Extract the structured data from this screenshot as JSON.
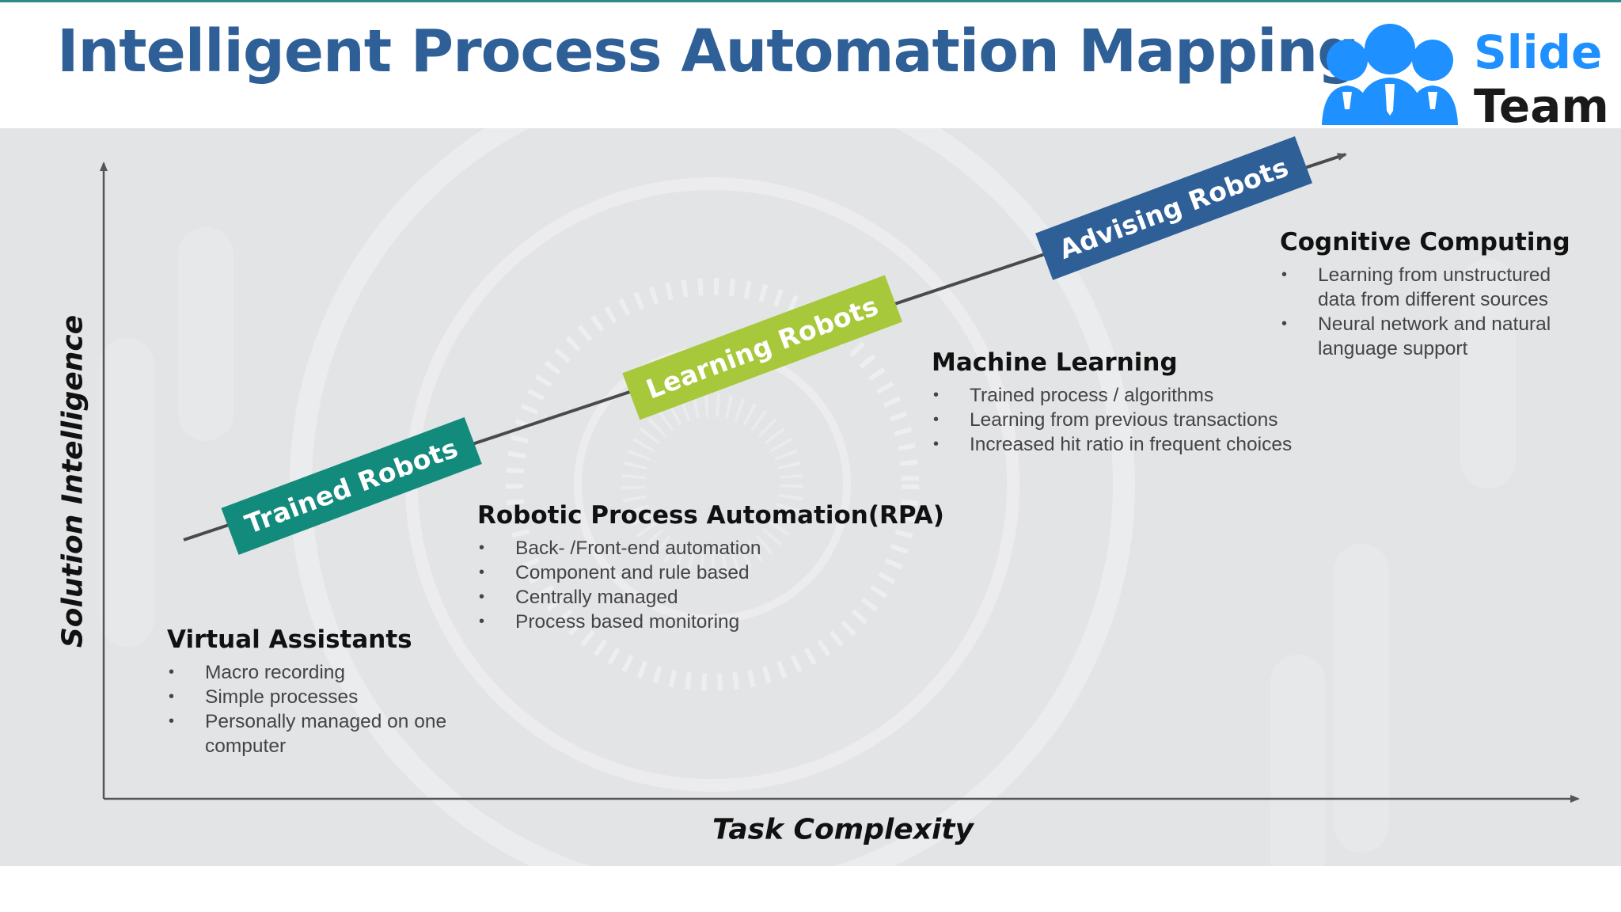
{
  "title": "Intelligent Process Automation Mapping",
  "logo": {
    "line1": "Slide",
    "line2": "Team",
    "icon": "people-group-icon"
  },
  "axes": {
    "x_label": "Task Complexity",
    "y_label": "Solution Intelligence"
  },
  "stages": [
    {
      "tag": "Trained Robots",
      "tag_color": "#128a7c",
      "heading": "Virtual Assistants",
      "bullets": [
        "Macro recording",
        "Simple processes",
        "Personally managed on one computer"
      ]
    },
    {
      "tag": "Learning Robots",
      "tag_color": "#a7c83a",
      "heading": "Robotic Process Automation(RPA)",
      "bullets": [
        "Back- /Front-end automation",
        "Component and rule based",
        "Centrally managed",
        "Process based monitoring"
      ]
    },
    {
      "tag": "Advising Robots",
      "tag_color": "#2f5f97",
      "heading": "Machine Learning",
      "bullets": [
        "Trained process / algorithms",
        "Learning from previous transactions",
        "Increased hit ratio in frequent choices"
      ]
    },
    {
      "tag": "",
      "tag_color": "",
      "heading": "Cognitive Computing",
      "bullets": [
        "Learning from unstructured data from different sources",
        "Neural network and natural language support"
      ]
    }
  ],
  "colors": {
    "title": "#2f5f97",
    "accent_rule": "#2e8b87",
    "canvas_bg": "#e3e4e6",
    "axis": "#555555"
  }
}
